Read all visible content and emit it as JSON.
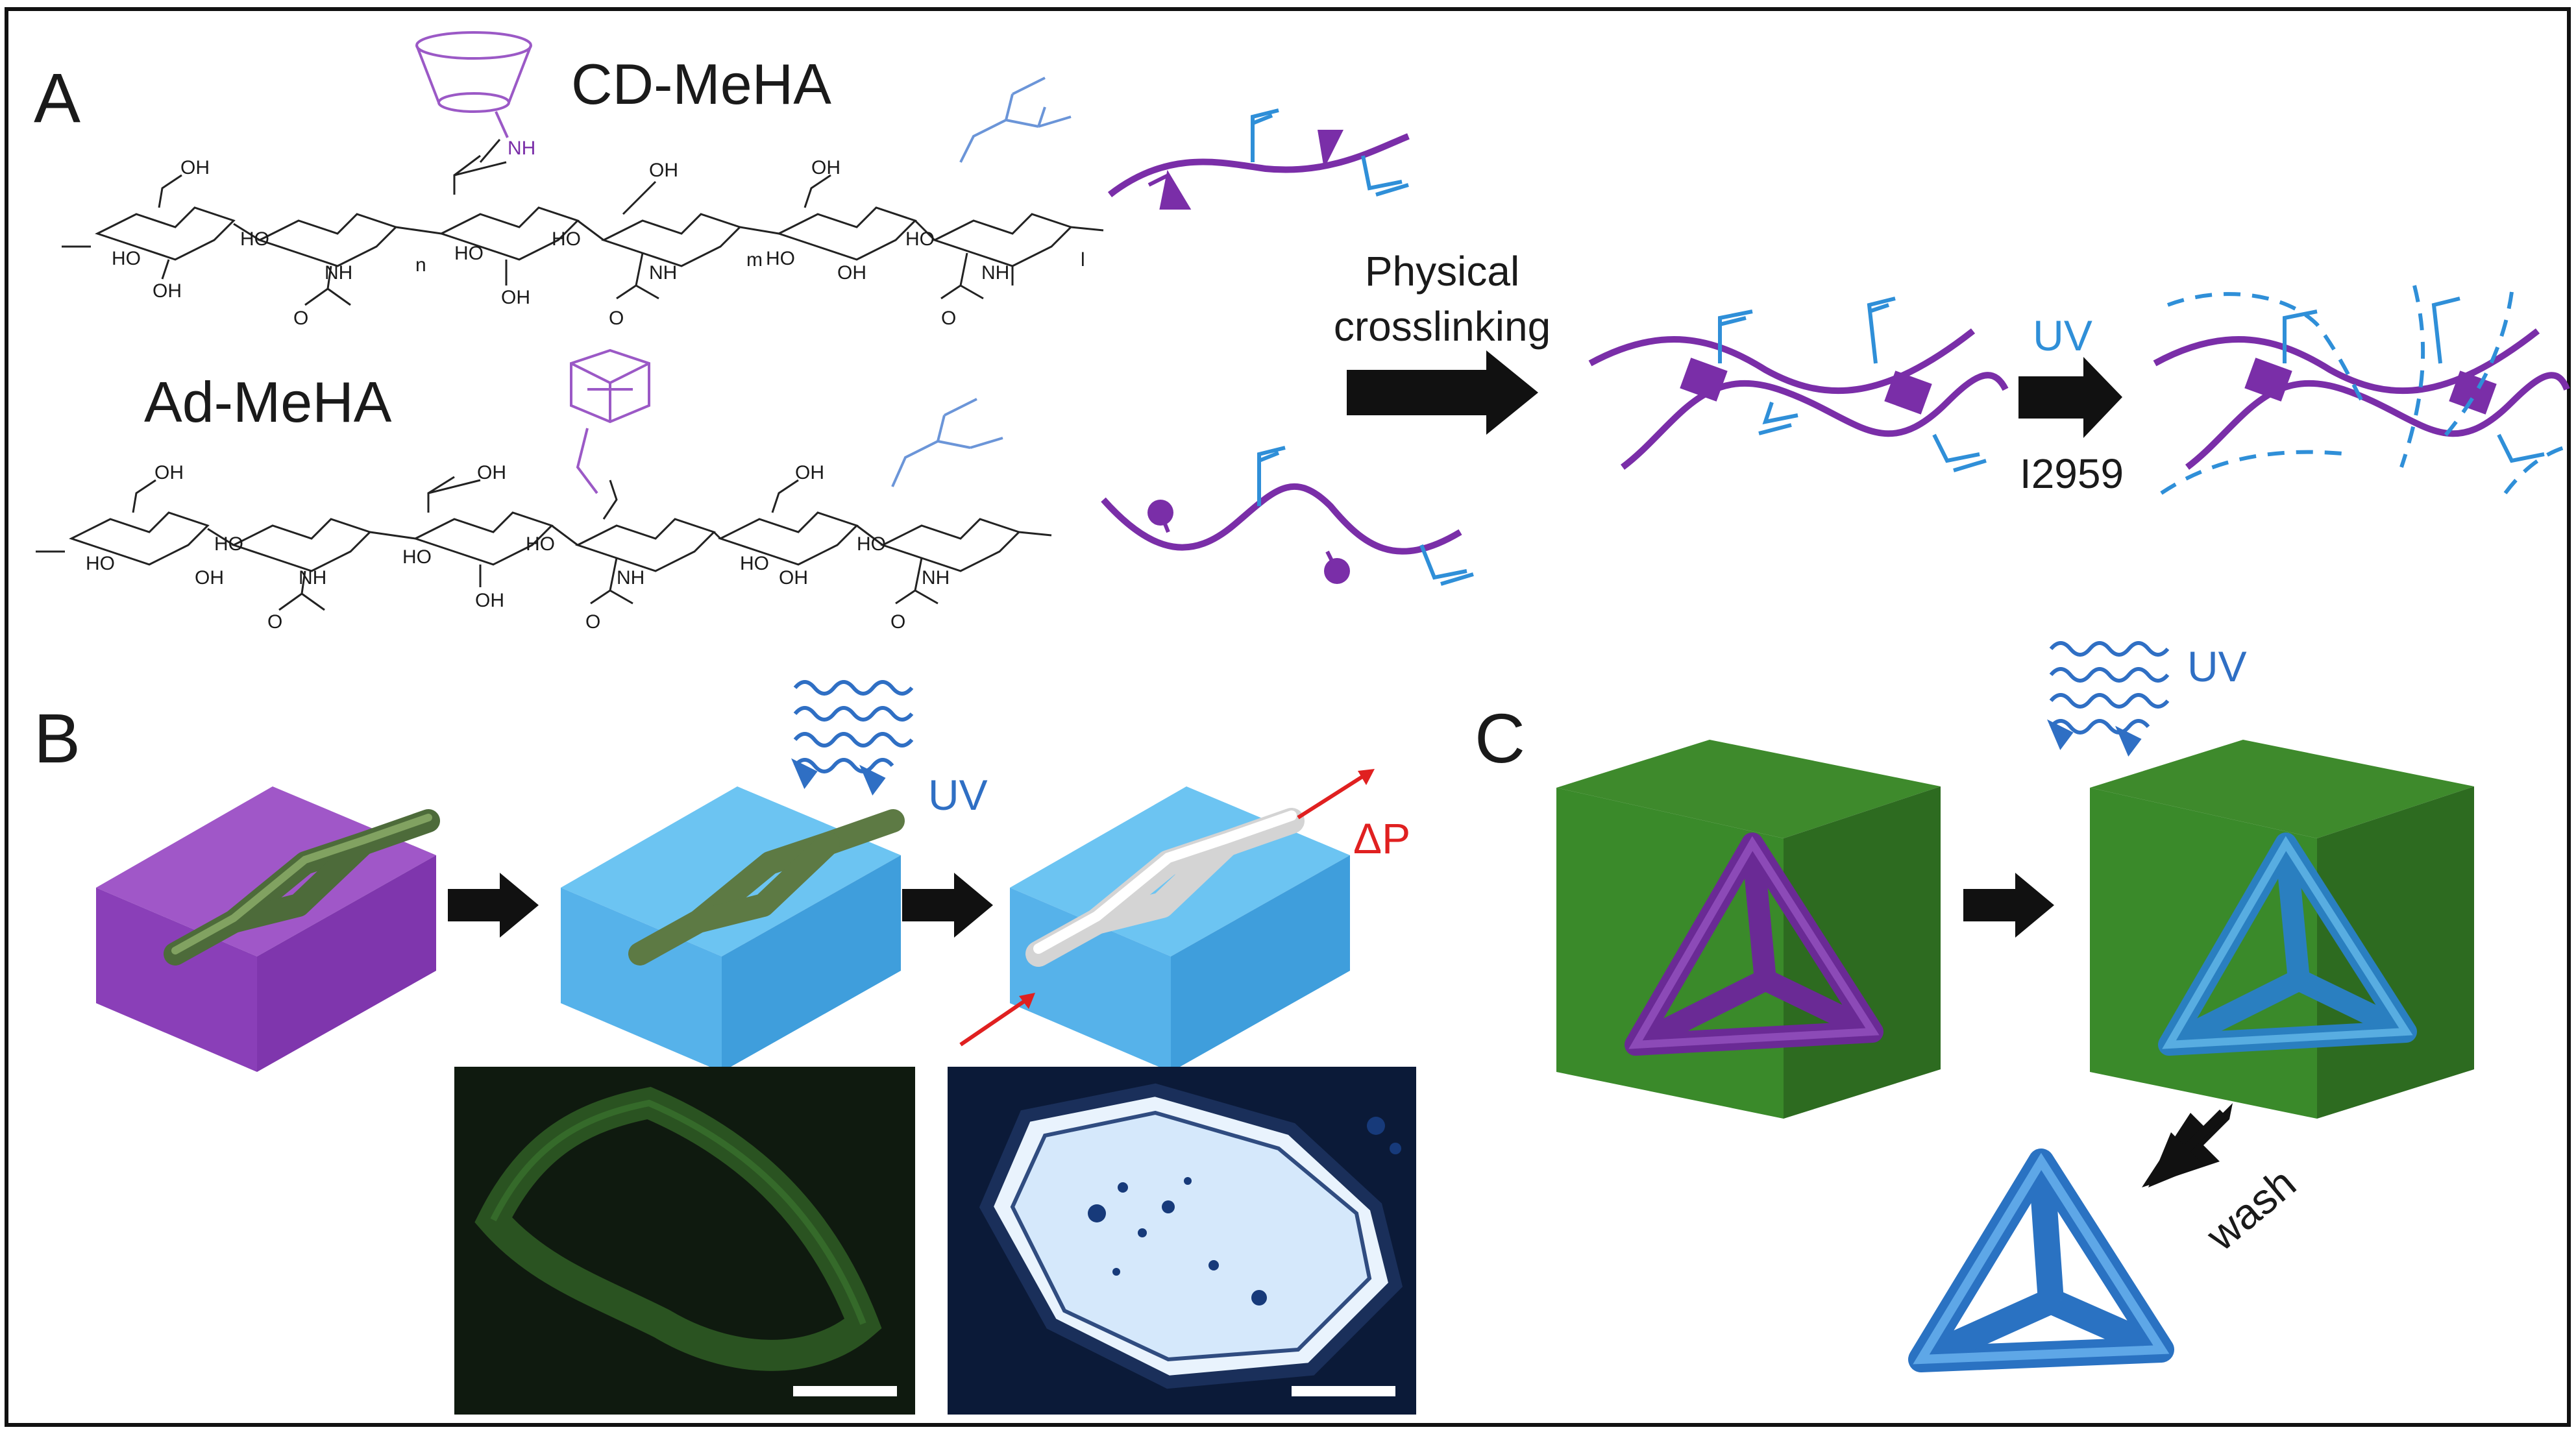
{
  "panels": {
    "a": "A",
    "b": "B",
    "c": "C"
  },
  "labels": {
    "cd_mehA": "CD-MeHA",
    "ad_mehA": "Ad-MeHA",
    "physical_line1": "Physical",
    "physical_line2": "crosslinking",
    "uv_a": "UV",
    "initiator": "I2959",
    "uv_b": "UV",
    "delta_p": "ΔP",
    "uv_c": "UV",
    "wash": "wash"
  },
  "chem": {
    "oh": "OH",
    "ho": "HO",
    "nh": "NH",
    "o": "O",
    "n": "n",
    "m": "m",
    "l": "l"
  },
  "colors": {
    "purple": "#7a2ea8",
    "blue": "#2f8fd8",
    "uv_blue": "#2f6fc4",
    "green": "#3e8a2c",
    "arrow": "#111111",
    "red": "#e02020"
  }
}
